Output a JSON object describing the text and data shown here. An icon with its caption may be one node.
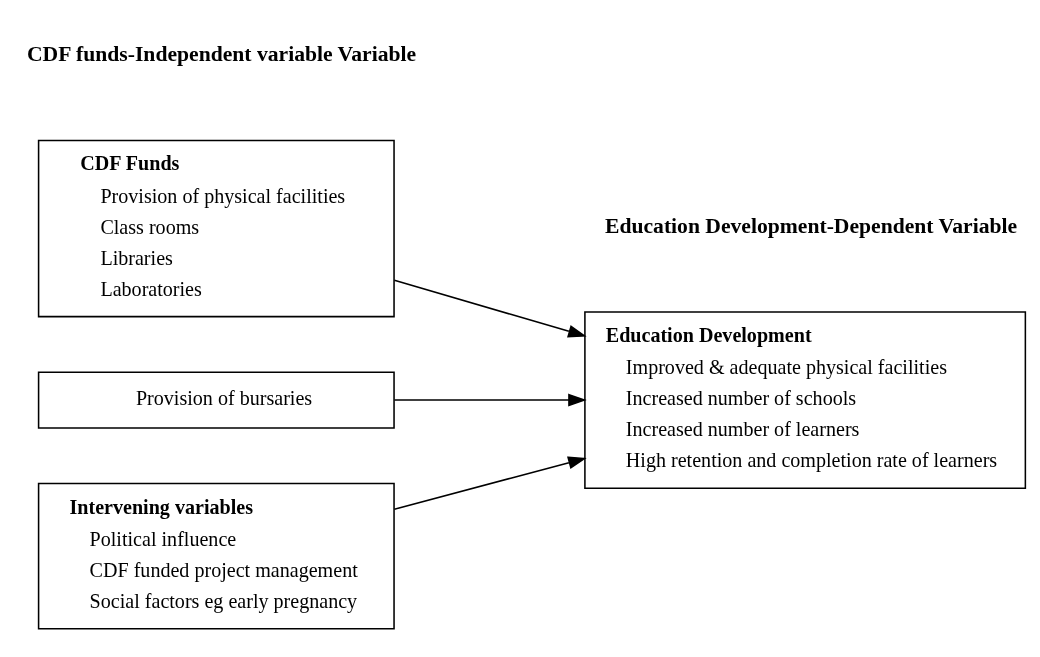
{
  "diagram": {
    "nodes": [
      {
        "text": [
          "CDF Funds",
          "Provision of physical facilities",
          "Class rooms",
          "Libraries",
          "Laboratories"
        ]
      },
      {
        "text": [
          "Provision of bursaries"
        ]
      },
      {
        "text": [
          "Education Development",
          "Improved & adequate physical facilities",
          "Increased number of schools",
          "Increased number of learners",
          "High retention and completion rate of learners"
        ]
      },
      {
        "text": [
          "Intervening variables",
          "Political influence",
          "CDF funded project management",
          "Social factors eg early pregnancy"
        ]
      }
    ],
    "edges": [
      {
        "from": 0,
        "to": 2,
        "arrow": "to"
      },
      {
        "from": 1,
        "to": 2,
        "arrow": "to"
      },
      {
        "from": 3,
        "to": 2,
        "arrow": "to"
      }
    ],
    "labels": [
      "CDF funds-Independent variable Variable",
      "Education Development-Dependent Variable"
    ]
  }
}
